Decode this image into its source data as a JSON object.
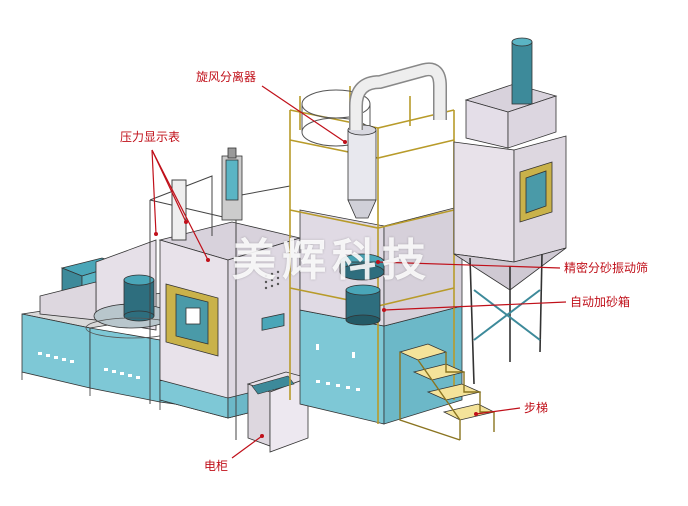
{
  "labels": {
    "cyclone": "旋风分离器",
    "pressure_gauge": "压力显示表",
    "vibrating_screen": "精密分砂振动筛",
    "auto_sand_box": "自动加砂箱",
    "ladder": "步梯",
    "electric_cabinet": "电柜"
  },
  "watermark": "美辉科技",
  "colors": {
    "callout": "#c0101a",
    "panel_cyan": "#7ec8d6",
    "body_gray": "#e8e2ea",
    "frame_yellow": "#c9b24a",
    "steel_blue": "#3d8a9a",
    "step_yellow": "#f4e39a"
  }
}
